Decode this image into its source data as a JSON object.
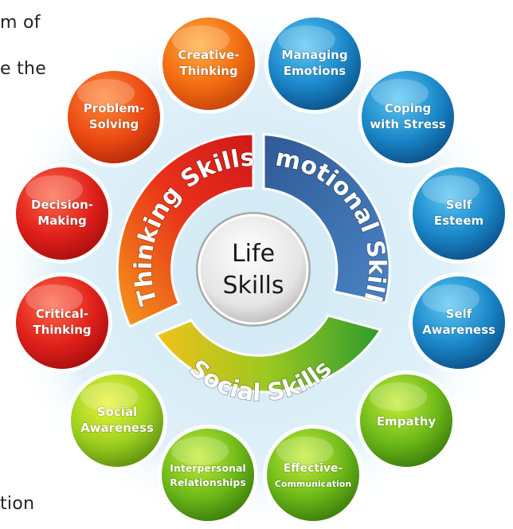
{
  "background_text": {
    "line1": "m of",
    "line2": "e the",
    "line3": "tion"
  },
  "center": {
    "line1": "Life",
    "line2": "Skills"
  },
  "categories": [
    {
      "name": "Thinking Skills",
      "color": "#e8301a"
    },
    {
      "name": "Emotional Skills",
      "color": "#3a6aa8"
    },
    {
      "name": "Social Skills",
      "color": "#6ab020"
    }
  ],
  "skills": [
    {
      "lines": [
        "Creative-",
        "Thinking"
      ],
      "category": "Thinking Skills"
    },
    {
      "lines": [
        "Managing",
        "Emotions"
      ],
      "category": "Emotional Skills"
    },
    {
      "lines": [
        "Coping",
        "with Stress"
      ],
      "category": "Emotional Skills"
    },
    {
      "lines": [
        "Self",
        "Esteem"
      ],
      "category": "Emotional Skills"
    },
    {
      "lines": [
        "Self",
        "Awareness"
      ],
      "category": "Emotional Skills"
    },
    {
      "lines": [
        "Empathy"
      ],
      "category": "Social Skills"
    },
    {
      "lines": [
        "Effective-",
        "Communication"
      ],
      "category": "Social Skills"
    },
    {
      "lines": [
        "Interpersonal",
        "Relationships"
      ],
      "category": "Social Skills"
    },
    {
      "lines": [
        "Social",
        "Awareness"
      ],
      "category": "Social Skills"
    },
    {
      "lines": [
        "Critical-",
        "Thinking"
      ],
      "category": "Thinking Skills"
    },
    {
      "lines": [
        "Decision-",
        "Making"
      ],
      "category": "Thinking Skills"
    },
    {
      "lines": [
        "Problem-",
        "Solving"
      ],
      "category": "Thinking Skills"
    }
  ]
}
